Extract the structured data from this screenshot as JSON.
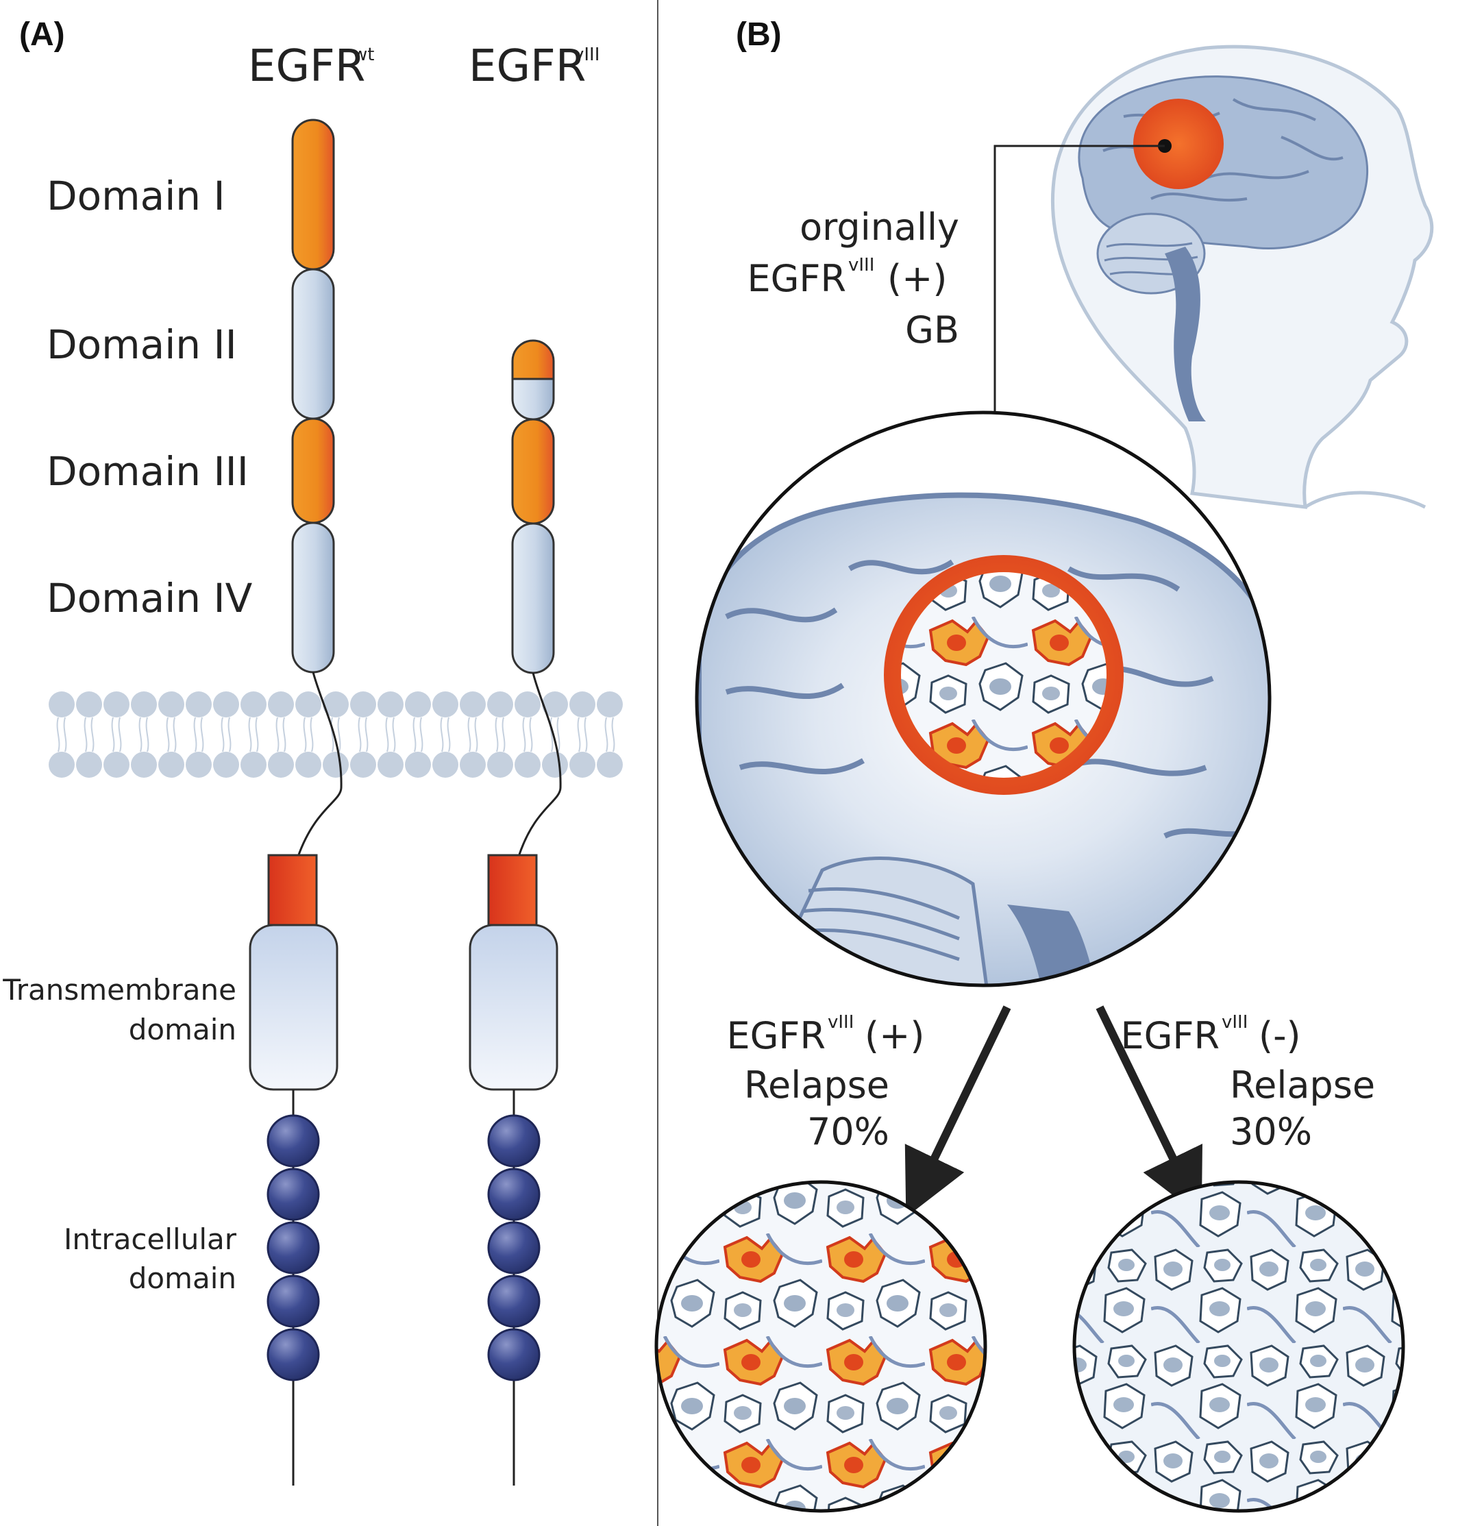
{
  "panel_a": {
    "label": "(A)",
    "headers": {
      "wt_base": "EGFR",
      "wt_sup": "wt",
      "v3_base": "EGFR",
      "v3_sup": "vIII"
    },
    "domains": [
      "Domain I",
      "Domain II",
      "Domain III",
      "Domain IV"
    ],
    "transmembrane": [
      "Transmembrane",
      "domain"
    ],
    "intracellular": [
      "Intracellular",
      "domain"
    ]
  },
  "panel_b": {
    "label": "(B)",
    "origin": {
      "line1": "orginally",
      "line2_base": "EGFR",
      "line2_sup": "vIII",
      "line2_suffix": "(+)",
      "line3": "GB"
    },
    "positive": {
      "base": "EGFR",
      "sup": "vIII",
      "suffix": "(+)",
      "relapse": "Relapse",
      "percent": "70%"
    },
    "negative": {
      "base": "EGFR",
      "sup": "vIII",
      "suffix": "(-)",
      "relapse": "Relapse",
      "percent": "30%"
    }
  },
  "colors": {
    "orange": "#ee8a1e",
    "red_orange": "#e24a22",
    "light_blue": "#c8d6e8",
    "dark_blue": "#2e3d80",
    "membrane": "#c5d0de",
    "line": "#222222"
  }
}
